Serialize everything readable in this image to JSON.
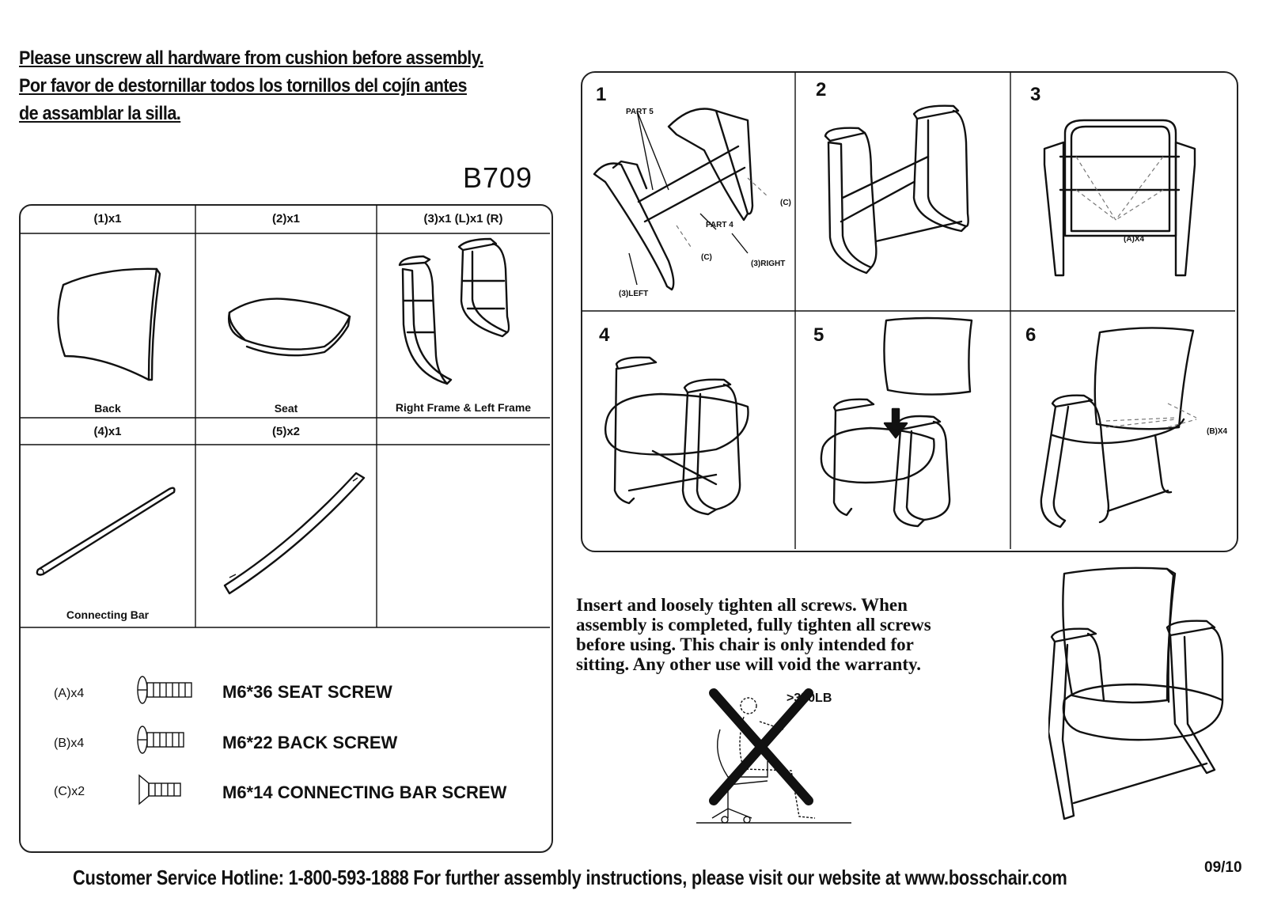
{
  "header": {
    "line1": "Please unscrew all hardware from cushion before assembly.",
    "line2": "Por favor de destornillar todos los tornillos del cojín antes",
    "line3": "de assamblar la silla."
  },
  "model": "B709",
  "parts": {
    "headers_row1": [
      "(1)x1",
      "(2)x1",
      "(3)x1 (L)x1 (R)"
    ],
    "names_row1": [
      "Back",
      "Seat",
      "Right Frame & Left Frame"
    ],
    "headers_row2": [
      "(4)x1",
      "(5)x2",
      ""
    ],
    "names_row2": [
      "Connecting Bar",
      "",
      ""
    ],
    "icons": [
      "back-cushion-icon",
      "seat-cushion-icon",
      "frame-pair-icon",
      "connecting-bar-icon",
      "curved-bar-icon"
    ]
  },
  "hardware": [
    {
      "label": "(A)x4",
      "name": "M6*36 SEAT SCREW",
      "icon": "long-screw-icon"
    },
    {
      "label": "(B)x4",
      "name": "M6*22 BACK SCREW",
      "icon": "medium-screw-icon"
    },
    {
      "label": "(C)x2",
      "name": "M6*14 CONNECTING BAR SCREW",
      "icon": "flat-screw-icon"
    }
  ],
  "steps": {
    "numbers": [
      "1",
      "2",
      "3",
      "4",
      "5",
      "6"
    ],
    "step1_labels": {
      "part5": "PART 5",
      "part4": "PART 4",
      "c1": "(C)",
      "c2": "(C)",
      "right": "(3)RIGHT",
      "left": "(3)LEFT"
    },
    "step3_label": "(A)X4",
    "step6_label": "(B)X4"
  },
  "note": {
    "line1": "Insert and loosely tighten all screws. When",
    "line2": "assembly is completed, fully tighten all screws",
    "line3": "before using. This chair is only intended for",
    "line4": "sitting. Any other use will void the warranty."
  },
  "warning": {
    "weight": ">350LB",
    "icon": "no-standing-icon"
  },
  "footer": {
    "hotline": "Customer Service Hotline: 1-800-593-1888 For further assembly instructions, please visit our website at www.bosschair.com",
    "date": "09/10"
  }
}
